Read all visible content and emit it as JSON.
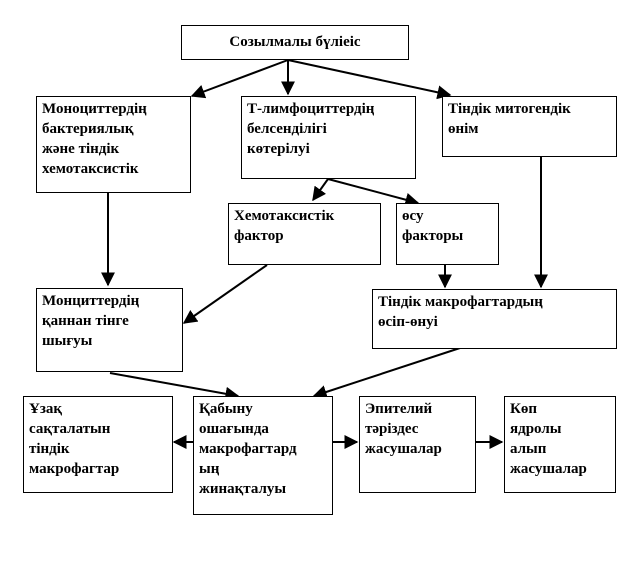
{
  "diagram": {
    "colors": {
      "line": "#000000",
      "background": "#ffffff",
      "text": "#000000"
    },
    "boxes": {
      "root": "Созылмалы бүліеіс",
      "monocyte_chemotaxis": "Моноциттердің\nбактериялық\nжәне тіндік\nхемотаксистік",
      "t_lymph": "Т-лимфоциттердің\nбелсенділігі\nкөтерілуі",
      "tissue_mitogen": "Тіндік митогендік\nөнім",
      "chemotactic_factor": "Хемотаксистік\nфактор",
      "growth_factors": "өсу\nфакторы",
      "monocyte_exit": "Монциттердің\nқаннан тінге\nшығуы",
      "macrophage_growth": "Тіндік макрофагтардың\nөсіп-өнуі",
      "long_lived": "Ұзақ\nсақталатын\nтіндік\nмакрофагтар",
      "accumulation": "Қабыну\nошағында\nмакрофагтард\nың\nжинақталуы",
      "epithelioid": "Эпителий\nтәріздес\nжасушалар",
      "multinuclear": "Көп\nядролы\nалып\nжасушалар"
    }
  }
}
